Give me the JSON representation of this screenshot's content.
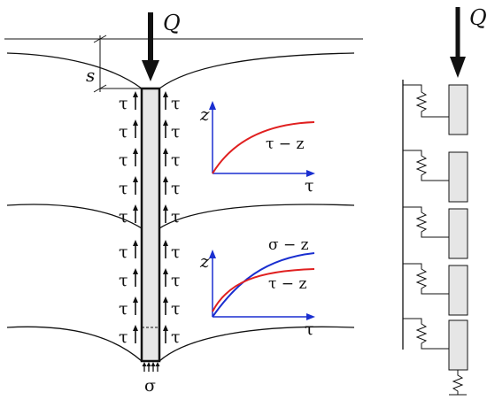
{
  "labels": {
    "load_main": "Q",
    "load_model": "Q",
    "settlement": "s",
    "shear": "τ",
    "base_stress": "σ",
    "axis_z": "z",
    "axis_tau": "τ",
    "curve_tau_z": "τ − z",
    "curve_sigma_z": "σ − z"
  },
  "colors": {
    "tau_curve": "#e02020",
    "sigma_curve": "#1a2fd0",
    "axes": "#1a2fd0",
    "pile_fill": "#e6e6e6",
    "line": "#111111"
  },
  "icons": {
    "load_arrow": "down-arrow-icon",
    "spring": "spring-icon"
  }
}
